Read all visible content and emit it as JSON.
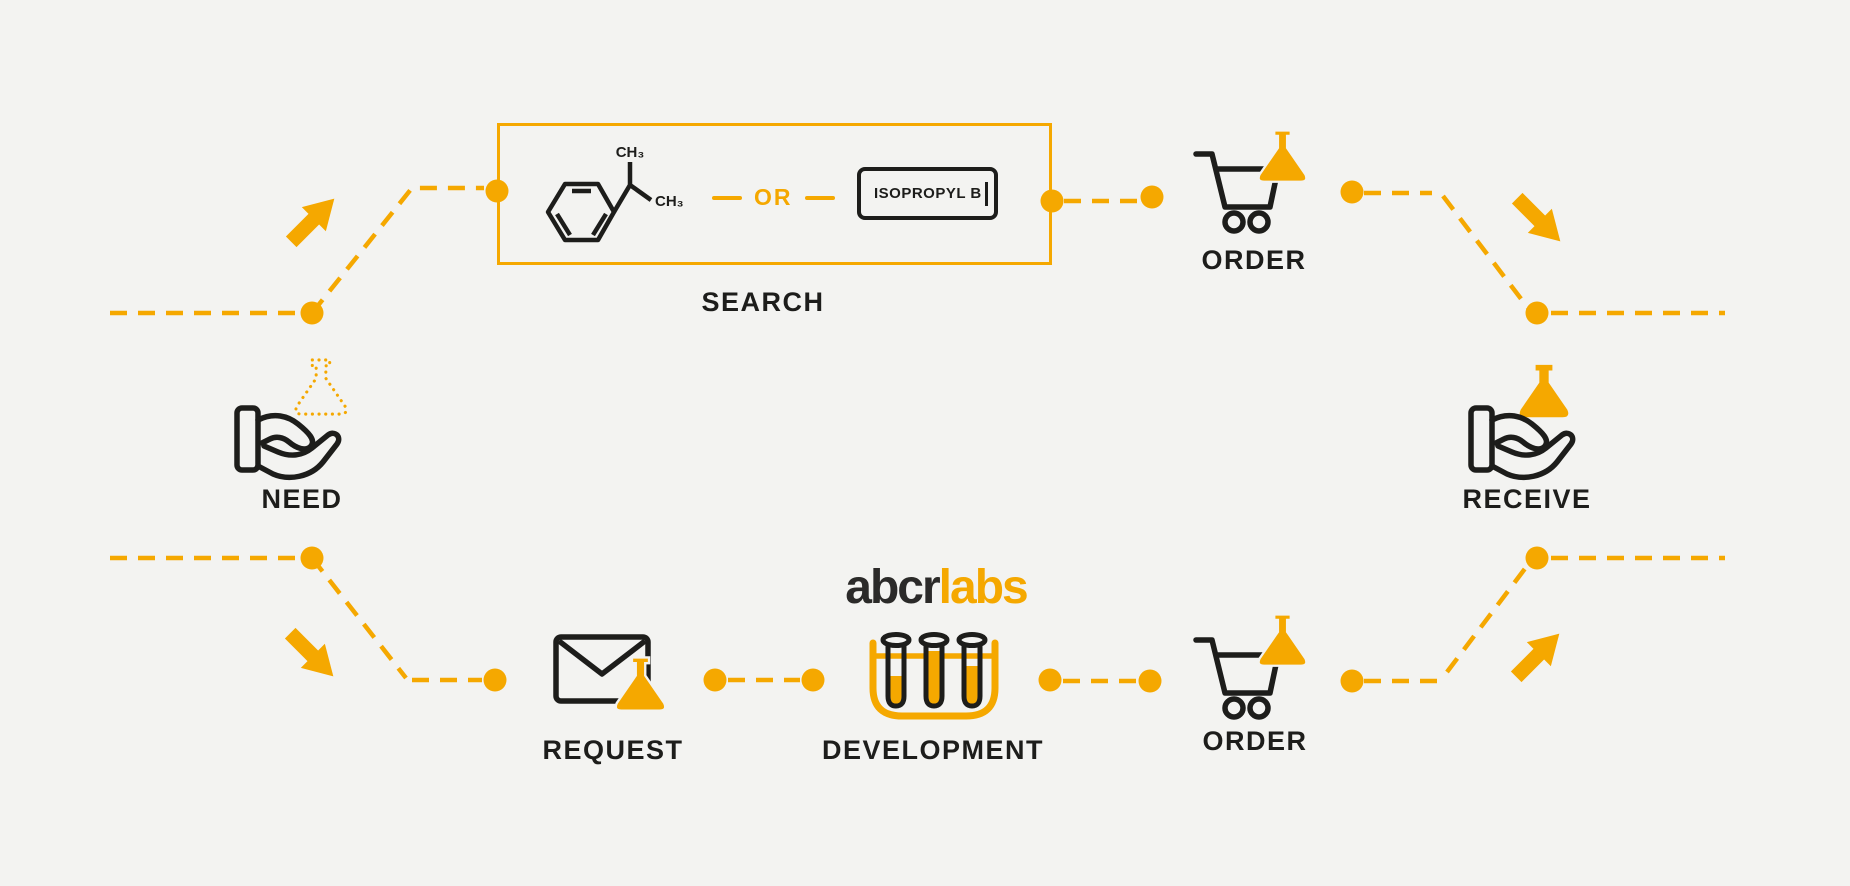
{
  "colors": {
    "background": "#f3f3f1",
    "accent": "#f5a800",
    "ink": "#1d1d1b",
    "logo_dark": "#2b2a29"
  },
  "logo": {
    "first": "abcr",
    "second": "labs"
  },
  "search": {
    "label": "SEARCH",
    "or_text": "OR",
    "input_value": "ISOPROPYL B",
    "molecule": {
      "ch3_top": "CH₃",
      "ch3_right": "CH₃"
    }
  },
  "steps": {
    "need": {
      "label": "NEED",
      "icon": "hand-dotted-flask-icon"
    },
    "order_top": {
      "label": "ORDER",
      "icon": "cart-flask-icon"
    },
    "receive": {
      "label": "RECEIVE",
      "icon": "hand-flask-icon"
    },
    "request": {
      "label": "REQUEST",
      "icon": "envelope-flask-icon"
    },
    "development": {
      "label": "DEVELOPMENT",
      "icon": "test-tube-rack-icon"
    },
    "order_bottom": {
      "label": "ORDER",
      "icon": "cart-flask-icon"
    }
  }
}
